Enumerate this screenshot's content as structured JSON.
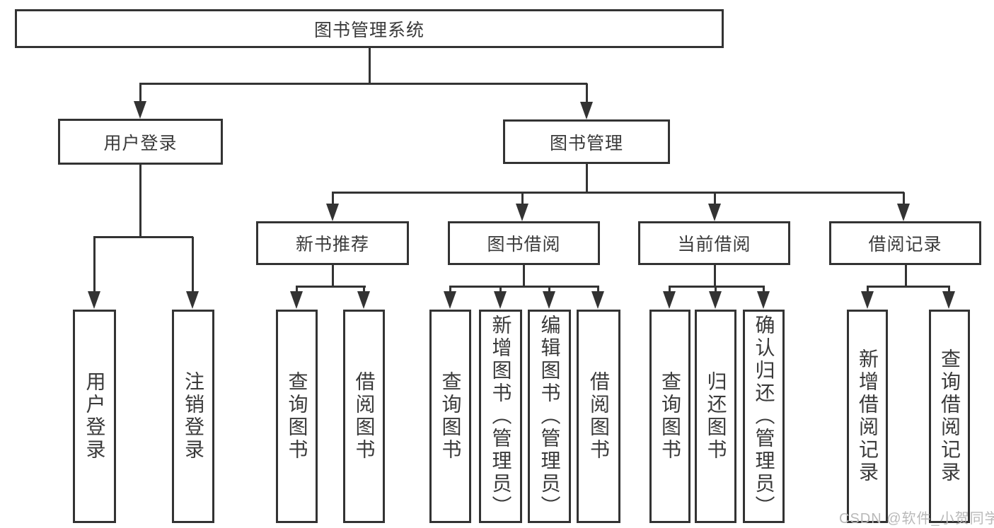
{
  "tree": {
    "label": "图书管理系统",
    "children": [
      {
        "label": "用户登录",
        "children": [
          {
            "label": "用户登录"
          },
          {
            "label": "注销登录"
          }
        ]
      },
      {
        "label": "图书管理",
        "children": [
          {
            "label": "新书推荐",
            "children": [
              {
                "label": "查询图书"
              },
              {
                "label": "借阅图书"
              }
            ]
          },
          {
            "label": "图书借阅",
            "children": [
              {
                "label": "查询图书"
              },
              {
                "label": "新增图书（管理员）"
              },
              {
                "label": "编辑图书（管理员）"
              },
              {
                "label": "借阅图书"
              }
            ]
          },
          {
            "label": "当前借阅",
            "children": [
              {
                "label": "查询图书"
              },
              {
                "label": "归还图书"
              },
              {
                "label": "确认归还（管理员）"
              }
            ]
          },
          {
            "label": "借阅记录",
            "children": [
              {
                "label": "新增借阅记录"
              },
              {
                "label": "查询借阅记录"
              }
            ]
          }
        ]
      }
    ]
  },
  "watermark": {
    "text": "CSDN @软件_小贺同学"
  },
  "colors": {
    "line": "#333333",
    "node_border": "#333333",
    "node_text": "#3a3a3a",
    "background": "#ffffff",
    "watermark_text": "#b9b9b9"
  }
}
